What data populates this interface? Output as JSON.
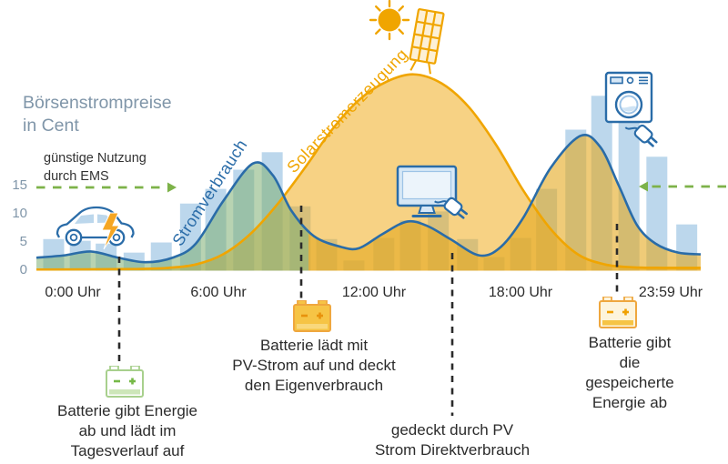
{
  "title": {
    "text": "Börsenstrompreise\nin Cent"
  },
  "ems_note": {
    "text": "günstige Nutzung\ndurch EMS"
  },
  "curve_labels": {
    "consumption": "Stromverbrauch",
    "solar": "Solarstromerzeugung"
  },
  "y_axis": {
    "ticks": [
      "15",
      "10",
      "5",
      "0"
    ]
  },
  "x_axis": {
    "ticks": [
      {
        "label": "0:00 Uhr"
      },
      {
        "label": "6:00 Uhr"
      },
      {
        "label": "12:00 Uhr"
      },
      {
        "label": "18:00 Uhr"
      },
      {
        "label": "23:59 Uhr"
      }
    ]
  },
  "annotations": [
    {
      "icon": "battery-green-icon",
      "text": "Batterie gibt Energie\nab und lädt im\nTagesverlauf auf"
    },
    {
      "icon": "battery-gold-icon",
      "text": "Batterie lädt mit\nPV-Strom auf und deckt\nden Eigenverbrauch"
    },
    {
      "icon": "none",
      "text": "gedeckt durch PV\nStrom Direktverbrauch"
    },
    {
      "icon": "battery-outline-icon",
      "text": "Batterie gibt die\ngespeicherte Energie ab"
    }
  ],
  "icons": [
    "sun-icon",
    "solar-panel-icon",
    "electric-car-icon",
    "tv-plug-icon",
    "washing-machine-plug-icon",
    "battery-green-icon",
    "battery-gold-icon",
    "battery-outline-icon",
    "ems-arrow-right-icon",
    "ems-arrow-left-icon"
  ],
  "colors": {
    "bar": "#bcd7ec",
    "consumption_line": "#2a6ca8",
    "solar_line": "#f0a500",
    "solar_fill": "rgba(240,168,20,0.52)",
    "consumption_fill_green": "rgba(125,175,115,0.55)",
    "consumption_fill_gold": "rgba(228,168,30,0.6)",
    "axis_text": "#8096a9",
    "ems_green": "#7db249",
    "text_dark": "#2b2b2b",
    "accent_orange": "#f5a623"
  },
  "chart_data": {
    "type": "area",
    "title": "Börsenstrompreise in Cent",
    "y_unit": "Cent",
    "ylim": [
      0,
      35
    ],
    "y_ticks": [
      0,
      5,
      10,
      15
    ],
    "x_tick_labels": [
      "0:00 Uhr",
      "6:00 Uhr",
      "12:00 Uhr",
      "18:00 Uhr",
      "23:59 Uhr"
    ],
    "x_tick_u": [
      0.0548,
      0.274,
      0.508,
      0.729,
      0.955
    ],
    "grid": false,
    "bars": {
      "name": "Börsenstrompreise (Cent)",
      "u": [
        0.026,
        0.066,
        0.105,
        0.147,
        0.188,
        0.232,
        0.27,
        0.312,
        0.355,
        0.397,
        0.437,
        0.478,
        0.523,
        0.563,
        0.605,
        0.649,
        0.689,
        0.729,
        0.768,
        0.812,
        0.851,
        0.892,
        0.934,
        0.979
      ],
      "values": [
        5.6,
        5.3,
        4.8,
        3.2,
        5.0,
        11.9,
        14.5,
        17.9,
        21.0,
        11.4,
        5.6,
        1.8,
        5.8,
        8.9,
        10.5,
        5.6,
        2.4,
        5.8,
        14.5,
        25.0,
        31.0,
        26.8,
        20.2,
        8.2
      ]
    },
    "series": [
      {
        "name": "Stromverbrauch",
        "points": [
          [
            0.0,
            2.3
          ],
          [
            0.041,
            2.7
          ],
          [
            0.082,
            3.4
          ],
          [
            0.123,
            2.3
          ],
          [
            0.164,
            1.5
          ],
          [
            0.205,
            2.3
          ],
          [
            0.24,
            4.8
          ],
          [
            0.281,
            12.3
          ],
          [
            0.326,
            19.0
          ],
          [
            0.356,
            16.9
          ],
          [
            0.384,
            10.6
          ],
          [
            0.418,
            6.1
          ],
          [
            0.459,
            4.2
          ],
          [
            0.486,
            4.0
          ],
          [
            0.521,
            6.5
          ],
          [
            0.558,
            8.7
          ],
          [
            0.589,
            7.9
          ],
          [
            0.623,
            5.6
          ],
          [
            0.667,
            2.7
          ],
          [
            0.699,
            4.2
          ],
          [
            0.733,
            9.4
          ],
          [
            0.774,
            18.2
          ],
          [
            0.819,
            23.9
          ],
          [
            0.849,
            21.9
          ],
          [
            0.877,
            15.0
          ],
          [
            0.904,
            8.1
          ],
          [
            0.932,
            4.8
          ],
          [
            0.966,
            3.2
          ],
          [
            1.0,
            2.9
          ]
        ]
      },
      {
        "name": "Solarstromerzeugung",
        "points": [
          [
            0.0,
            0.2
          ],
          [
            0.151,
            0.3
          ],
          [
            0.199,
            0.5
          ],
          [
            0.24,
            1.1
          ],
          [
            0.281,
            2.9
          ],
          [
            0.322,
            6.5
          ],
          [
            0.363,
            11.8
          ],
          [
            0.404,
            18.2
          ],
          [
            0.445,
            25.0
          ],
          [
            0.486,
            30.3
          ],
          [
            0.527,
            33.5
          ],
          [
            0.568,
            34.8
          ],
          [
            0.61,
            33.2
          ],
          [
            0.651,
            29.0
          ],
          [
            0.692,
            22.3
          ],
          [
            0.733,
            14.2
          ],
          [
            0.774,
            7.4
          ],
          [
            0.815,
            2.9
          ],
          [
            0.856,
            1.1
          ],
          [
            0.897,
            0.6
          ],
          [
            0.945,
            0.5
          ],
          [
            1.0,
            0.5
          ]
        ]
      }
    ],
    "annotations_on_chart": [
      "günstige Nutzung durch EMS (dashed green arrows at 15 Cent level)"
    ]
  }
}
